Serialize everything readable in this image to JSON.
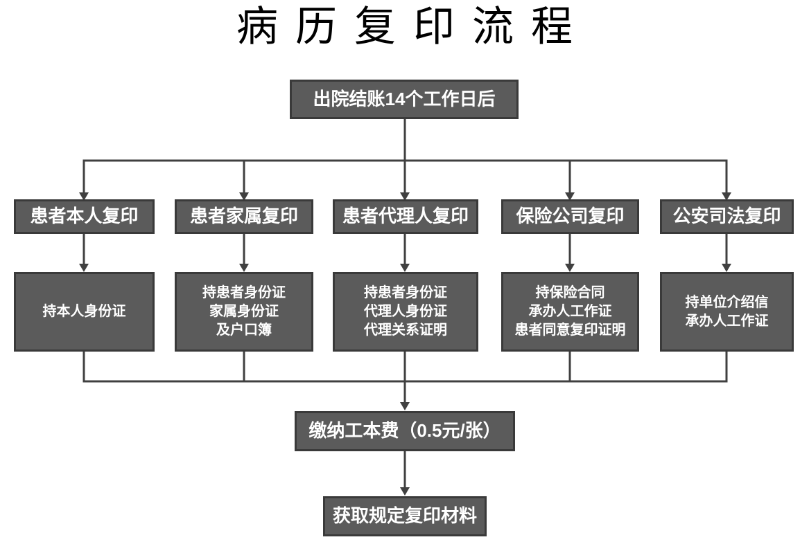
{
  "title": "病历复印流程",
  "flow": {
    "start": "出院结账14个工作日后",
    "branches": [
      {
        "label": "患者本人复印",
        "requirement": "持本人身份证"
      },
      {
        "label": "患者家属复印",
        "requirement": "持患者身份证\n家属身份证\n及户口簿"
      },
      {
        "label": "患者代理人复印",
        "requirement": "持患者身份证\n代理人身份证\n代理关系证明"
      },
      {
        "label": "保险公司复印",
        "requirement": "持保险合同\n承办人工作证\n患者同意复印证明"
      },
      {
        "label": "公安司法复印",
        "requirement": "持单位介绍信\n承办人工作证"
      }
    ],
    "fee": "缴纳工本费（0.5元/张）",
    "result": "获取规定复印材料"
  },
  "colors": {
    "box_fill": "#5b5b5b",
    "box_border": "#3a3a3a",
    "line": "#404040",
    "text": "#ffffff"
  }
}
